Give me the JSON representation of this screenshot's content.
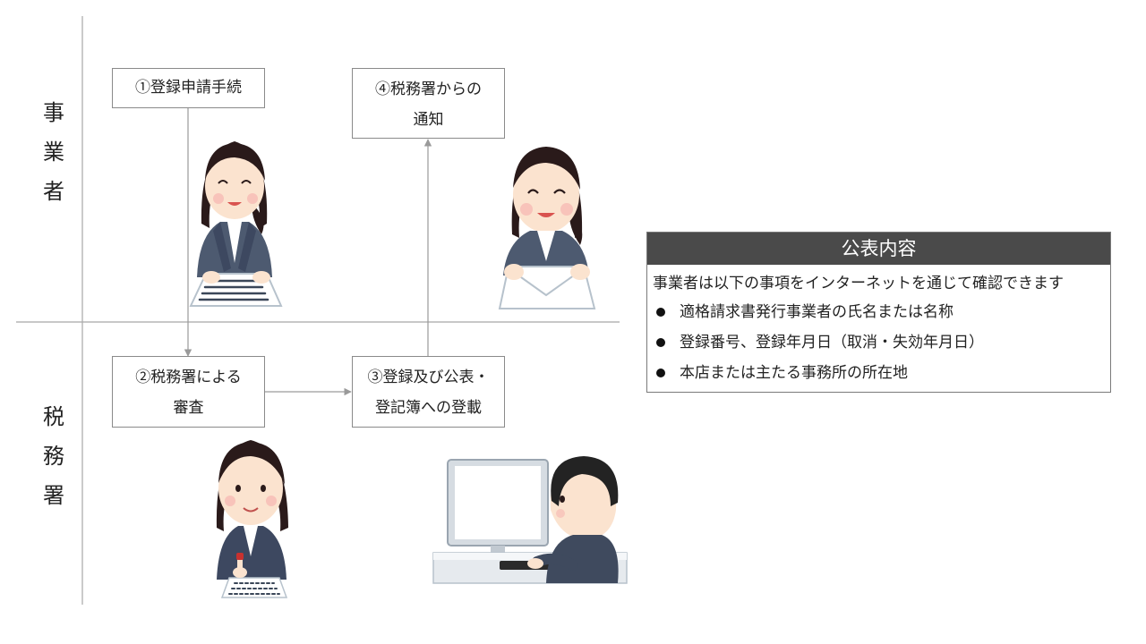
{
  "lanes": {
    "business": [
      "事",
      "業",
      "者"
    ],
    "tax_office": [
      "税",
      "務",
      "署"
    ]
  },
  "steps": {
    "step1": {
      "lines": [
        "①登録申請手続"
      ]
    },
    "step2": {
      "lines": [
        "②税務署による",
        "審査"
      ]
    },
    "step3": {
      "lines": [
        "③登録及び公表・",
        "登記簿への登載"
      ]
    },
    "step4": {
      "lines": [
        "④税務署からの",
        "通知"
      ]
    }
  },
  "info_panel": {
    "title": "公表内容",
    "intro": "事業者は以下の事項をインターネットを通じて確認できます",
    "items": [
      "適格請求書発行事業者の氏名または名称",
      "登録番号、登録年月日（取消・失効年月日）",
      "本店または主たる事務所の所在地"
    ]
  },
  "icons": [
    "woman-filling-form-icon",
    "woman-holding-envelope-icon",
    "woman-stamping-document-icon",
    "man-at-computer-icon"
  ],
  "colors": {
    "divider": "#a8a8a8",
    "header_bg": "#4a4a4a",
    "jacket": "#4d5a70",
    "hair": "#2a1a1a",
    "skin": "#fbe3cf"
  }
}
